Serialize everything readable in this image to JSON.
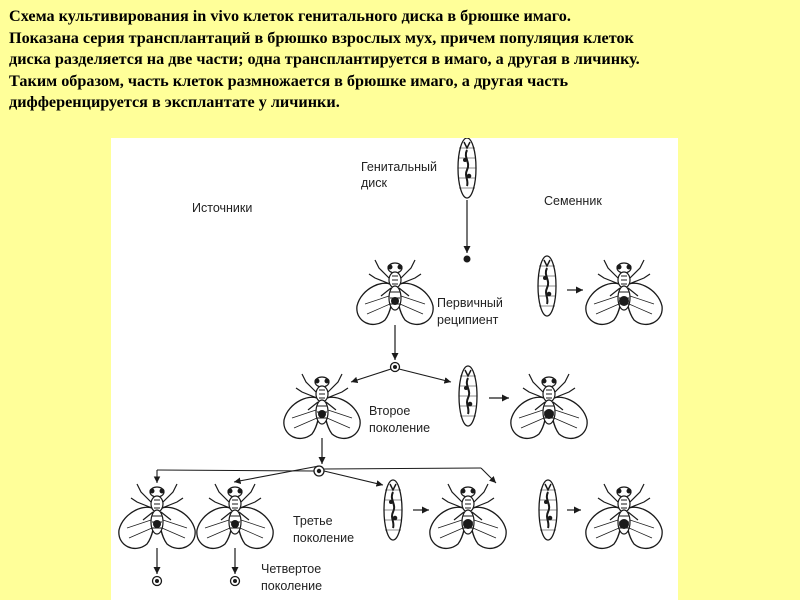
{
  "caption": {
    "lines": [
      "Схема культивирования in vivo клеток генитального диска в брюшке имаго.",
      "Показана серия трансплантаций в брюшко взрослых мух, причем популяция клеток",
      "диска разделяется на две части; одна трансплантируется в имаго, а другая в личинку.",
      "Таким образом, часть клеток размножается в брюшке имаго, а другая часть",
      "дифференцируется в эксплантате у личинки."
    ]
  },
  "diagram": {
    "labels": {
      "genital_disc_1": "Генитальный",
      "genital_disc_2": "диск",
      "sources": "Источники",
      "testis": "Семенник",
      "primary_1": "Первичный",
      "primary_2": "реципиент",
      "second_1": "Второе",
      "second_2": "поколение",
      "third_1": "Третье",
      "third_2": "поколение",
      "fourth_1": "Четвертое",
      "fourth_2": "поколение"
    },
    "colors": {
      "background": "#ffff99",
      "panel": "#ffffff",
      "ink": "#1a1a1a"
    }
  }
}
